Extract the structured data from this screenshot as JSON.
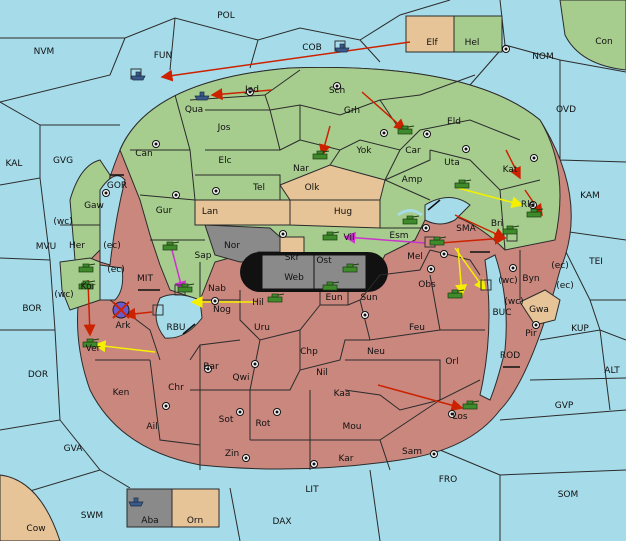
{
  "colors": {
    "sea": "#a6dcea",
    "green": "#a6cc8e",
    "red": "#c9877e",
    "tan": "#e6c497",
    "gray": "#8a8a8a",
    "black": "#111111",
    "move_red": "#cc2200",
    "move_yellow": "#f5f000",
    "move_magenta": "#cc33cc"
  },
  "sea_labels": {
    "POL": "POL",
    "NVM": "NVM",
    "FUN": "FUN",
    "COB": "COB",
    "NOM": "NOM",
    "Con": "Con",
    "OVD": "OVD",
    "KAL": "KAL",
    "GVG": "GVG",
    "GOR": "GOR",
    "KAM": "KAM",
    "MVU": "MVU",
    "TEI": "TEI",
    "BOR": "BOR",
    "MIT": "MIT",
    "SMA": "SMA",
    "BUC": "BUC",
    "KUP": "KUP",
    "RBU": "RBU",
    "DOR": "DOR",
    "ALT": "ALT",
    "ROD": "ROD",
    "GVP": "GVP",
    "GVA": "GVA",
    "LIT": "LIT",
    "FRO": "FRO",
    "SOM": "SOM",
    "Cow": "Cow",
    "SWM": "SWM",
    "DAX": "DAX"
  },
  "land_labels": {
    "Elf": "Elf",
    "Hel": "Hel",
    "Jad": "Jad",
    "Qua": "Qua",
    "Sch": "Sch",
    "Jos": "Jos",
    "Grh": "Grh",
    "Eld": "Eld",
    "Car": "Car",
    "Can": "Can",
    "Elc": "Elc",
    "Nar": "Nar",
    "Yok": "Yok",
    "Uta": "Uta",
    "Kat": "Kat",
    "Amp": "Amp",
    "Tel": "Tel",
    "Olk": "Olk",
    "Gaw": "Gaw",
    "Gur": "Gur",
    "Lan": "Lan",
    "Hug": "Hug",
    "Rle": "Rle",
    "Bri": "Bri",
    "Her": "Her",
    "Nor": "Nor",
    "Skr": "Skr",
    "Esm": "Esm",
    "Vil": "Vil",
    "Sap": "Sap",
    "Ost": "Ost",
    "Web": "Web",
    "Mel": "Mel",
    "Byn": "Byn",
    "Kor": "Kor",
    "Nab": "Nab",
    "Eun": "Eun",
    "Sun": "Sun",
    "Obs": "Obs",
    "Hil": "Hil",
    "Nog": "Nog",
    "Ark": "Ark",
    "Uru": "Uru",
    "Feu": "Feu",
    "Gwa": "Gwa",
    "Pir": "Pir",
    "Ver": "Ver",
    "Chp": "Chp",
    "Neu": "Neu",
    "Bar": "Bar",
    "Qwi": "Qwi",
    "Nil": "Nil",
    "Orl": "Orl",
    "Chr": "Chr",
    "Ken": "Ken",
    "Kaa": "Kaa",
    "Los": "Los",
    "Ail": "Ail",
    "Sot": "Sot",
    "Rot": "Rot",
    "Mou": "Mou",
    "Sam": "Sam",
    "Zin": "Zin",
    "Kar": "Kar",
    "Aba": "Aba",
    "Orn": "Orn"
  },
  "coast_labels": {
    "wc_her": "(wc)",
    "ec_her": "(ec)",
    "ec_kor": "(ec)",
    "wc_kor": "(wc)",
    "wc_byn": "(wc)",
    "ec_byn": "(ec)",
    "wc_gwa": "(wc)",
    "ec_gwa": "(ec)"
  },
  "units": {
    "armies": [
      "Car",
      "Nar",
      "Kat",
      "Esm",
      "Uta",
      "Rle",
      "Sap",
      "Her",
      "Kor",
      "Vil",
      "Web",
      "Eun",
      "Obs",
      "Hil",
      "Mel",
      "Ver",
      "Los",
      "Nog"
    ],
    "fleets": [
      "COB",
      "FUN",
      "Qua",
      "Aba"
    ],
    "dislodged": [
      "Ark"
    ]
  },
  "supply_centers": [
    "Hel",
    "Jad",
    "Sch",
    "Car",
    "Can",
    "Uta",
    "Yok",
    "Kat",
    "Rle",
    "Tel",
    "Gaw",
    "Gur",
    "Nor",
    "Esm",
    "Mel",
    "Byn",
    "Sun",
    "Obs",
    "Nog",
    "Pir",
    "Qwi",
    "Chr",
    "Ail",
    "Sot",
    "Rot",
    "Kar",
    "Zin",
    "Sam",
    "Los"
  ]
}
